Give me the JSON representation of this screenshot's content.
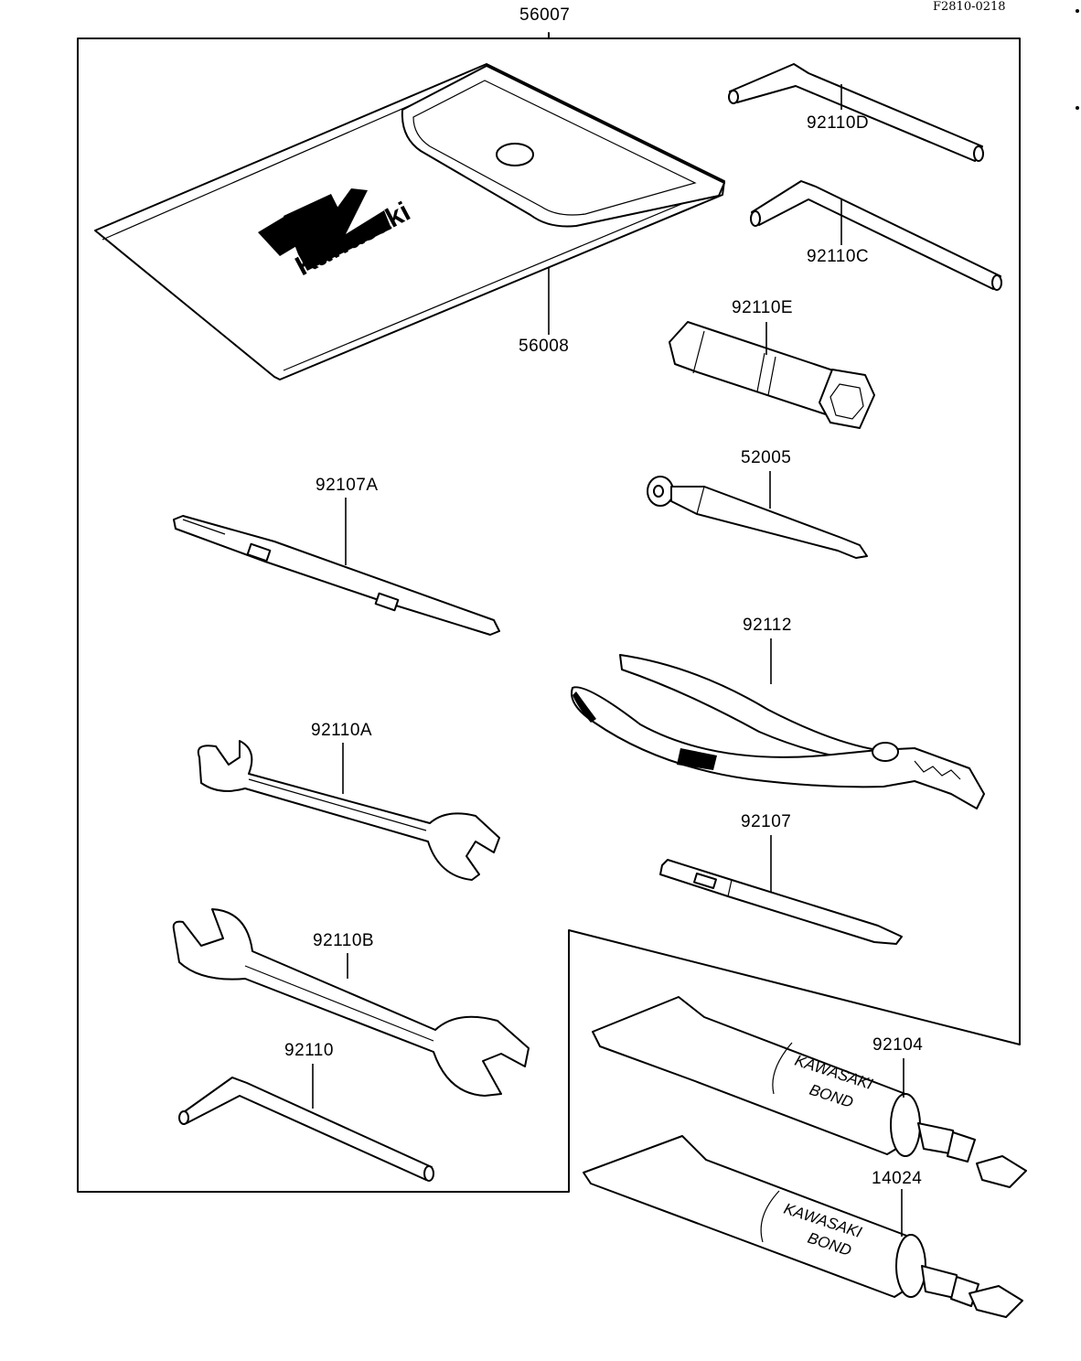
{
  "reference_code": "F2810-0218",
  "kit_label": "56007",
  "parts": [
    {
      "id": "case",
      "number": "56008",
      "name": "tool-case"
    },
    {
      "id": "hex-d",
      "number": "92110D",
      "name": "hex-wrench-d"
    },
    {
      "id": "hex-c",
      "number": "92110C",
      "name": "hex-wrench-c"
    },
    {
      "id": "plug-wrench",
      "number": "92110E",
      "name": "spark-plug-wrench"
    },
    {
      "id": "handle",
      "number": "52005",
      "name": "wrench-handle"
    },
    {
      "id": "screwdriver-a",
      "number": "92107A",
      "name": "screwdriver-a"
    },
    {
      "id": "pliers",
      "number": "92112",
      "name": "pliers"
    },
    {
      "id": "wrench-a",
      "number": "92110A",
      "name": "open-end-wrench-a"
    },
    {
      "id": "screwdriver",
      "number": "92107",
      "name": "screwdriver"
    },
    {
      "id": "wrench-b",
      "number": "92110B",
      "name": "open-end-wrench-b"
    },
    {
      "id": "hex",
      "number": "92110",
      "name": "hex-wrench"
    },
    {
      "id": "bond-1",
      "number": "92104",
      "name": "bond-tube-1"
    },
    {
      "id": "bond-2",
      "number": "14024",
      "name": "bond-tube-2"
    }
  ],
  "case_logo_text": "Kawasaki",
  "tube_text": [
    "KAWASAKI",
    "BOND"
  ]
}
